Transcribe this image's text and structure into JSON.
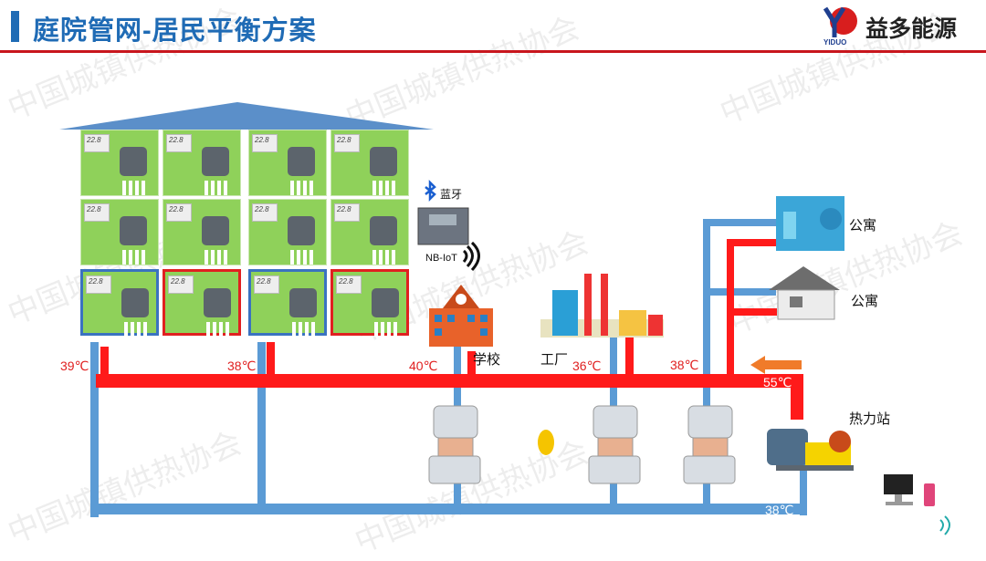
{
  "header": {
    "title": "庭院管网-居民平衡方案",
    "brand": "益多能源",
    "logo_text": "YIDUO"
  },
  "watermark": "中国城镇供热协会",
  "building": {
    "thermostat_reading": "22.8"
  },
  "devices": {
    "bluetooth": "蓝牙",
    "nbiot": "NB-IoT"
  },
  "labels": {
    "school": "学校",
    "factory": "工厂",
    "apartment1": "公寓",
    "apartment2": "公寓",
    "station": "热力站"
  },
  "temperatures": {
    "t1": "39℃",
    "t2": "38℃",
    "t3": "40℃",
    "t4": "36℃",
    "t5": "38℃",
    "supply": "55℃",
    "return": "38℃"
  },
  "colors": {
    "supply": "#ff1a1a",
    "return": "#5b9bd5",
    "accent": "#1f6bb5",
    "rule": "#c8161d"
  }
}
